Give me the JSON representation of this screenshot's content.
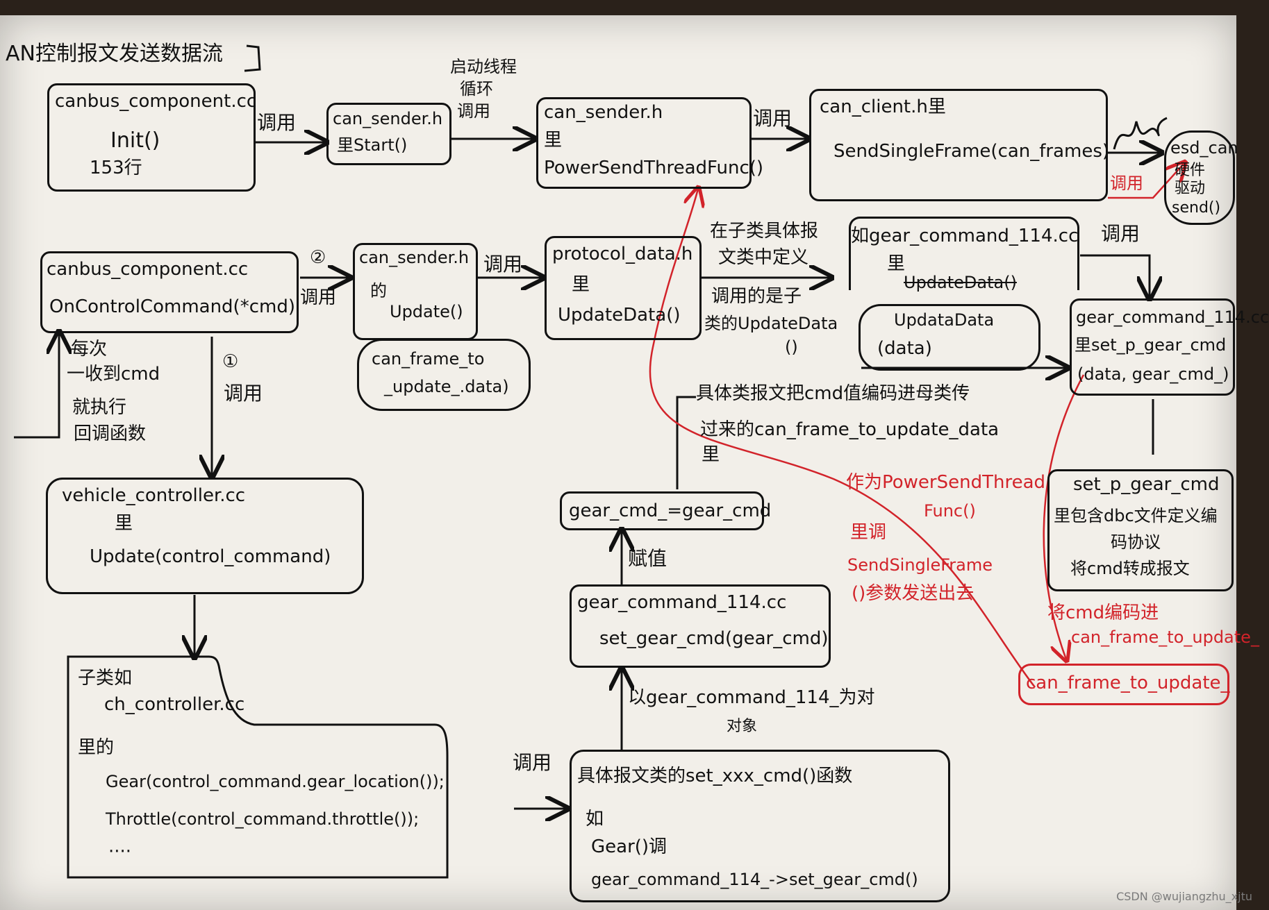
{
  "title": "AN控制报文发送数据流",
  "boxes": {
    "init": [
      "canbus_component.cc",
      "Init()",
      "153行"
    ],
    "start": [
      "can_sender.h",
      "里Start()"
    ],
    "thread": [
      "can_sender.h",
      "里",
      "PowerSendThreadFunc()"
    ],
    "client": [
      "can_client.h里",
      "SendSingleFrame(can_frames)"
    ],
    "esd": [
      "esd_can",
      "硬件",
      "驱动",
      "send()"
    ],
    "oncontrol": [
      "canbus_component.cc",
      "OnControlCommand(*cmd)"
    ],
    "update": [
      "can_sender.h",
      "的",
      "Update()"
    ],
    "canframe": [
      "can_frame_to",
      "_update_.data)"
    ],
    "protocol": [
      "protocol_data.h",
      "里",
      "UpdateData()"
    ],
    "gear114a": [
      "如gear_command_114.cc",
      "里",
      "UpdateData()",
      "UpdataData",
      "(data)"
    ],
    "gear114b": [
      "gear_command_114.cc",
      "里set_p_gear_cmd",
      "(data, gear_cmd_)"
    ],
    "setp": [
      "set_p_gear_cmd",
      "里包含dbc文件定义编",
      "码协议",
      "将cmd转成报文"
    ],
    "vehicle": [
      "vehicle_controller.cc",
      "里",
      "Update(control_command)"
    ],
    "gearassign": [
      "gear_cmd_=gear_cmd"
    ],
    "setgear": [
      "gear_command_114.cc",
      "set_gear_cmd(gear_cmd)"
    ],
    "chctrl": [
      "子类如",
      "ch_controller.cc",
      "里的",
      "Gear(control_command.gear_location());",
      "Throttle(control_command.throttle());",
      "····"
    ],
    "specific": [
      "具体报文类的set_xxx_cmd()函数",
      "如",
      "Gear()调",
      "gear_command_114_->set_gear_cmd()"
    ],
    "redframe": [
      "can_frame_to_update_"
    ]
  },
  "labels": {
    "call": "调用",
    "start_thread": [
      "启动线程",
      "循环",
      "调用"
    ],
    "circle2": "②",
    "circle1": "①",
    "every_cmd": [
      "每次",
      "一收到cmd",
      "就执行",
      "回调函数"
    ],
    "subclass_def": [
      "在子类具体报",
      "文类中定义",
      "调用的是子",
      "类的UpdateData",
      "()"
    ],
    "encode": [
      "具体类报文把cmd值编码进母类传",
      "过来的can_frame_to_update_data",
      "里"
    ],
    "assign": "赋值",
    "by_object": [
      "以gear_command_114_为对",
      "对象"
    ],
    "red_call": "调用",
    "red_param": [
      "作为PowerSendThread",
      "Func()",
      "里调",
      "SendSingleFrame",
      "()参数发送出去"
    ],
    "red_encode": [
      "将cmd编码进",
      "can_frame_to_update_"
    ]
  },
  "watermark": "CSDN @wujiangzhu_xjtu",
  "colors": {
    "ink": "#111111",
    "red_ink": "#d2232a",
    "paper": "#f2efe9"
  }
}
